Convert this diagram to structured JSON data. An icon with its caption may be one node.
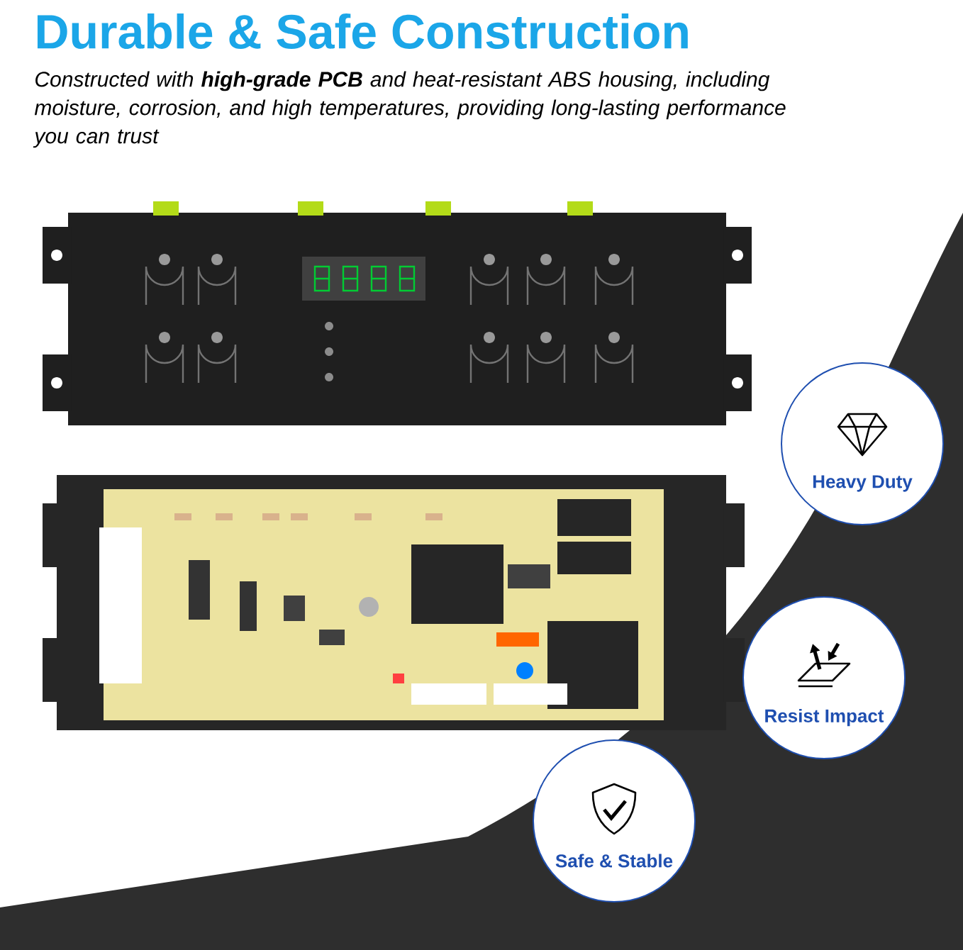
{
  "diagram": {
    "title": "Durable & Safe Construction",
    "nodes": [
      {
        "text": [
          "Heavy Duty"
        ]
      },
      {
        "text": [
          "Resist Impact"
        ]
      },
      {
        "text": [
          "Safe & Stable"
        ]
      }
    ],
    "labels": [
      "Constructed with **high-grade PCB** and heat-resistant ABS housing, including moisture, corrosion, and high temperatures, providing long-lasting performance you can trust"
    ]
  }
}
